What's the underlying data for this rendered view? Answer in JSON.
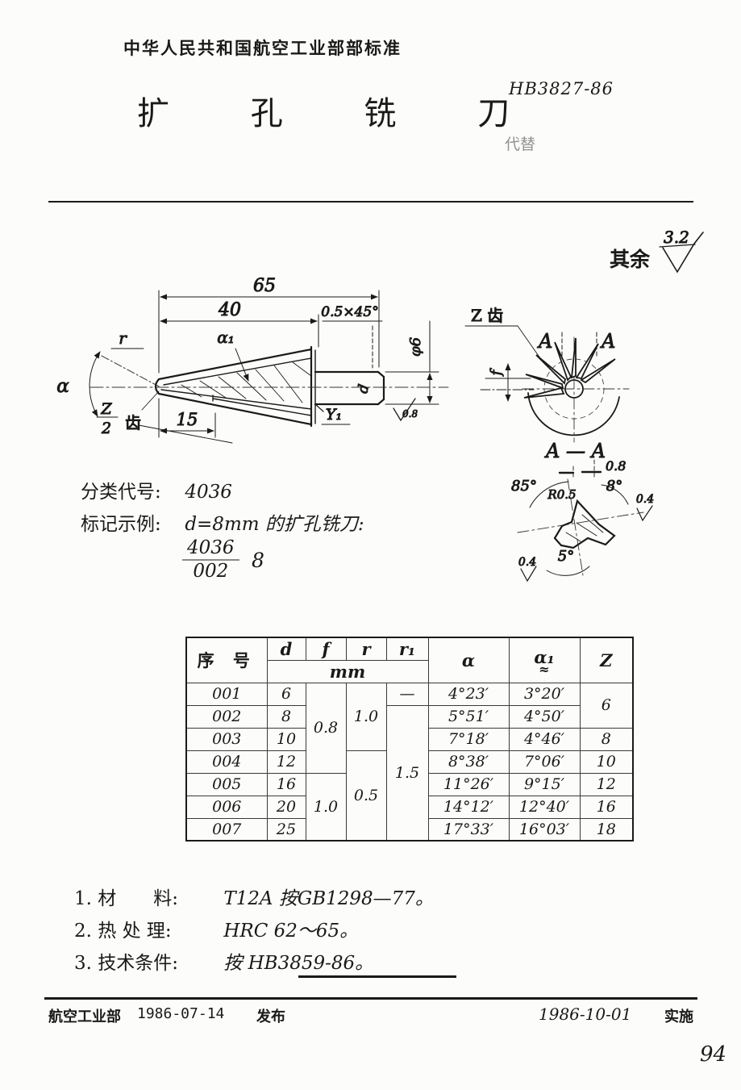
{
  "header": {
    "org_line": "中华人民共和国航空工业部部标准",
    "title": "扩 孔 铣 刀",
    "std_no": "HB3827-86",
    "supersede": "代替"
  },
  "finish": {
    "others": "其余",
    "value": "3.2"
  },
  "drawing": {
    "dim65": "65",
    "dim40": "40",
    "chamfer": "0.5×45°",
    "dia": "φ6",
    "d_label": "d",
    "alpha1": "α₁",
    "r_label": "r",
    "alpha": "α",
    "z_num": "Z",
    "z_den": "2",
    "tooth": "齿",
    "dim15": "15",
    "y1": "Y₁",
    "rough08": "0.8"
  },
  "endview": {
    "zteeth": "Z 齿",
    "f_label": "f",
    "a_left": "A",
    "a_right": "A"
  },
  "section": {
    "title": "A — A",
    "a85": "85°",
    "r05": "R0.5",
    "a8": "8°",
    "v08": "0.8",
    "v04_right": "0.4",
    "v04_bottom": "0.4",
    "a5": "5°"
  },
  "classification": {
    "code_label": "分类代号:",
    "code": "4036",
    "example_label": "标记示例:",
    "example": "d=8mm 的扩孔铣刀:",
    "frac_num": "4036",
    "frac_den": "002",
    "frac_side": "8"
  },
  "table": {
    "h_seq": "序 号",
    "h_d": "d",
    "h_f": "f",
    "h_r": "r",
    "h_r1": "r₁",
    "h_mm": "mm",
    "h_alpha": "α",
    "h_alpha1": "α₁",
    "h_approx": "≈",
    "h_z": "Z",
    "merged": {
      "f_top": "0.8",
      "f_bottom": "1.0",
      "r_top": "1.0",
      "r_bottom": "0.5",
      "r1_first": "—",
      "r1_rest": "1.5",
      "z_12": "6"
    },
    "rows": [
      {
        "seq": "001",
        "d": "6",
        "alpha": "4°23′",
        "alpha1": "3°20′",
        "z": ""
      },
      {
        "seq": "002",
        "d": "8",
        "alpha": "5°51′",
        "alpha1": "4°50′",
        "z": ""
      },
      {
        "seq": "003",
        "d": "10",
        "alpha": "7°18′",
        "alpha1": "4°46′",
        "z": "8"
      },
      {
        "seq": "004",
        "d": "12",
        "alpha": "8°38′",
        "alpha1": "7°06′",
        "z": "10"
      },
      {
        "seq": "005",
        "d": "16",
        "alpha": "11°26′",
        "alpha1": "9°15′",
        "z": "12"
      },
      {
        "seq": "006",
        "d": "20",
        "alpha": "14°12′",
        "alpha1": "12°40′",
        "z": "16"
      },
      {
        "seq": "007",
        "d": "25",
        "alpha": "17°33′",
        "alpha1": "16°03′",
        "z": "18"
      }
    ]
  },
  "notes": [
    {
      "label": "1. 材　　料:",
      "value": "T12A  按GB1298—77。"
    },
    {
      "label": "2. 热 处 理:",
      "value": "HRC 62～65。"
    },
    {
      "label": "3. 技术条件:",
      "value": "按 HB3859-86。"
    }
  ],
  "footer": {
    "issuer": "航空工业部",
    "issue_date": "1986-07-14",
    "publish": "发布",
    "impl_date": "1986-10-01",
    "impl": "实施"
  },
  "page_no": "94"
}
